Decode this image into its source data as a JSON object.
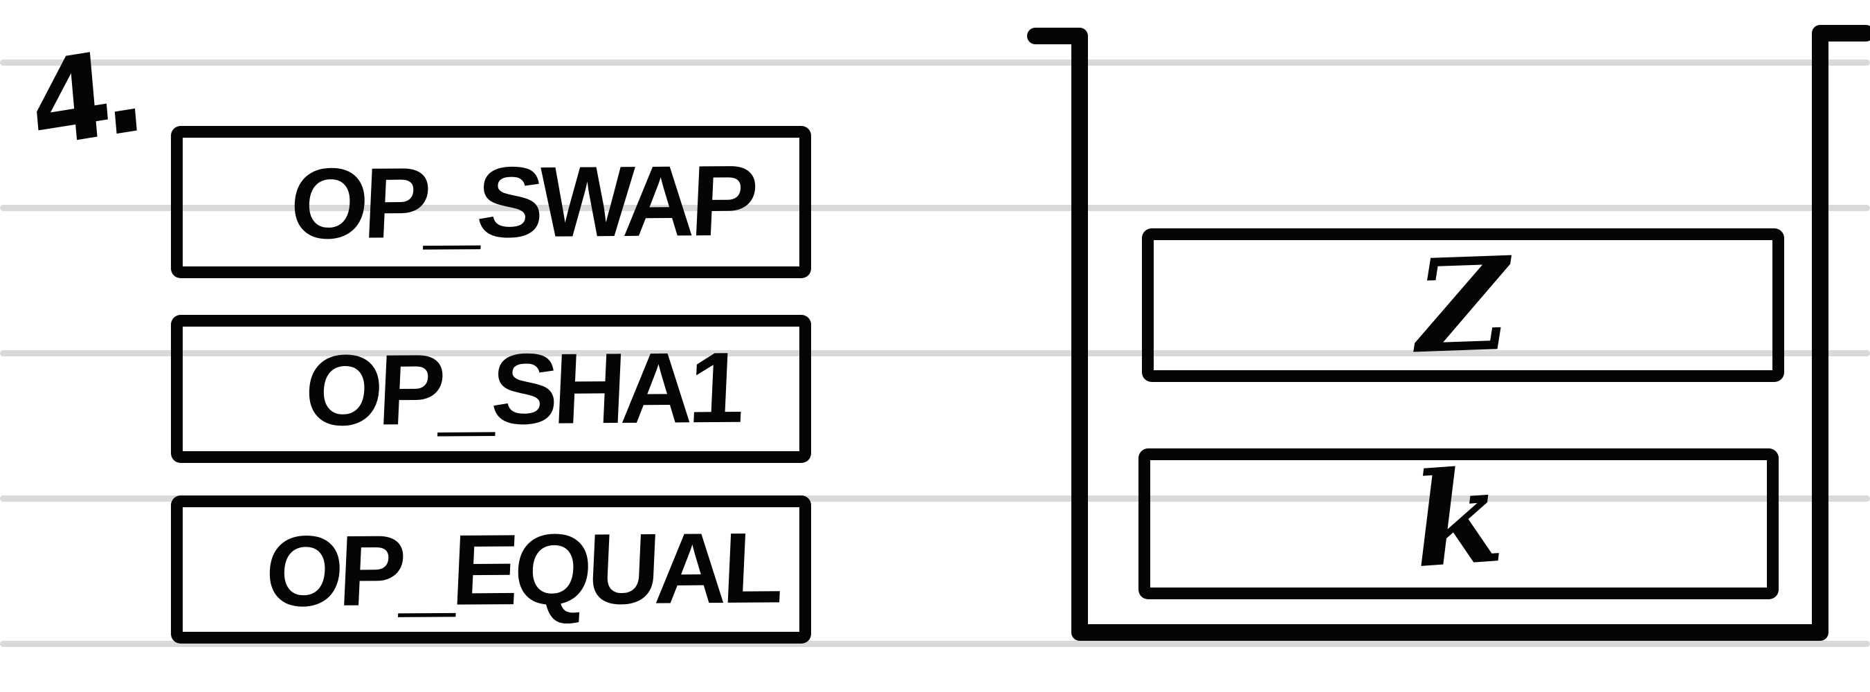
{
  "canvas": {
    "background": "#ffffff",
    "ink_color": "#050505",
    "gridline_color": "#d9d9d9",
    "style": "hand-drawn whiteboard over ruled lines"
  },
  "step": {
    "label": "4."
  },
  "script": {
    "opcodes": [
      {
        "label": "OP_SWAP"
      },
      {
        "label": "OP_SHA1"
      },
      {
        "label": "OP_EQUAL"
      }
    ]
  },
  "stack": {
    "items": [
      {
        "label": "Z"
      },
      {
        "label": "k"
      }
    ]
  }
}
